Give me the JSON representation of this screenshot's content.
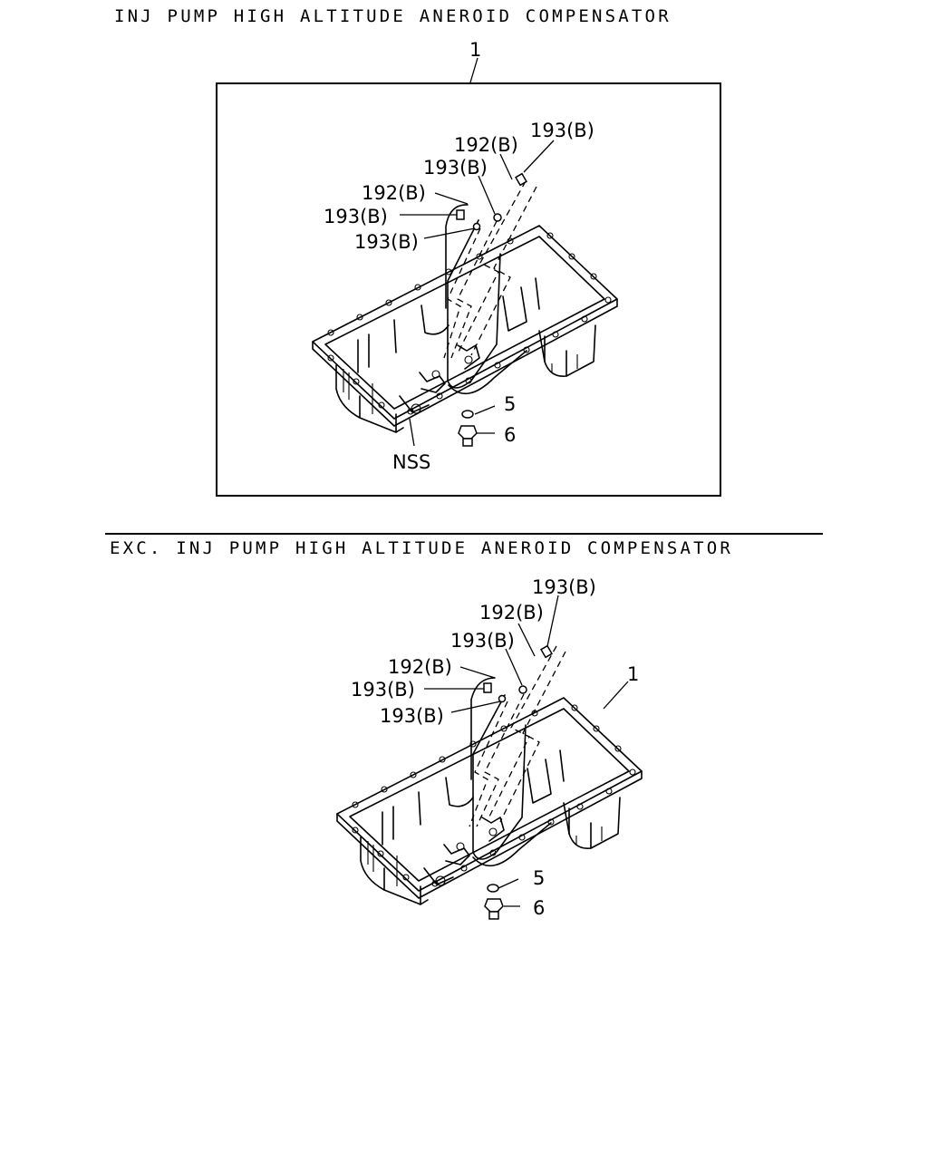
{
  "sections": {
    "top": {
      "heading": "INJ PUMP HIGH ALTITUDE ANEROID COMPENSATOR"
    },
    "bottom": {
      "heading": "EXC.  INJ PUMP HIGH ALTITUDE ANEROID COMPENSATOR"
    }
  },
  "callouts": {
    "top": {
      "assembly": "1",
      "l193a": "193(B)",
      "l192a": "192(B)",
      "l193b": "193(B)",
      "l192b": "192(B)",
      "l193c": "193(B)",
      "l193d": "193(B)",
      "gasket": "5",
      "plug": "6",
      "nss": "NSS"
    },
    "bottom": {
      "assembly": "1",
      "l193a": "193(B)",
      "l192a": "192(B)",
      "l193b": "193(B)",
      "l192b": "192(B)",
      "l193c": "193(B)",
      "l193d": "193(B)",
      "gasket": "5",
      "plug": "6"
    }
  },
  "parts": {
    "oil_pan": "oil-pan-icon",
    "pipe": "oil-pipe-icon",
    "clip": "clip-icon",
    "gasket": "gasket-ring-icon",
    "drain_plug": "drain-plug-icon"
  }
}
